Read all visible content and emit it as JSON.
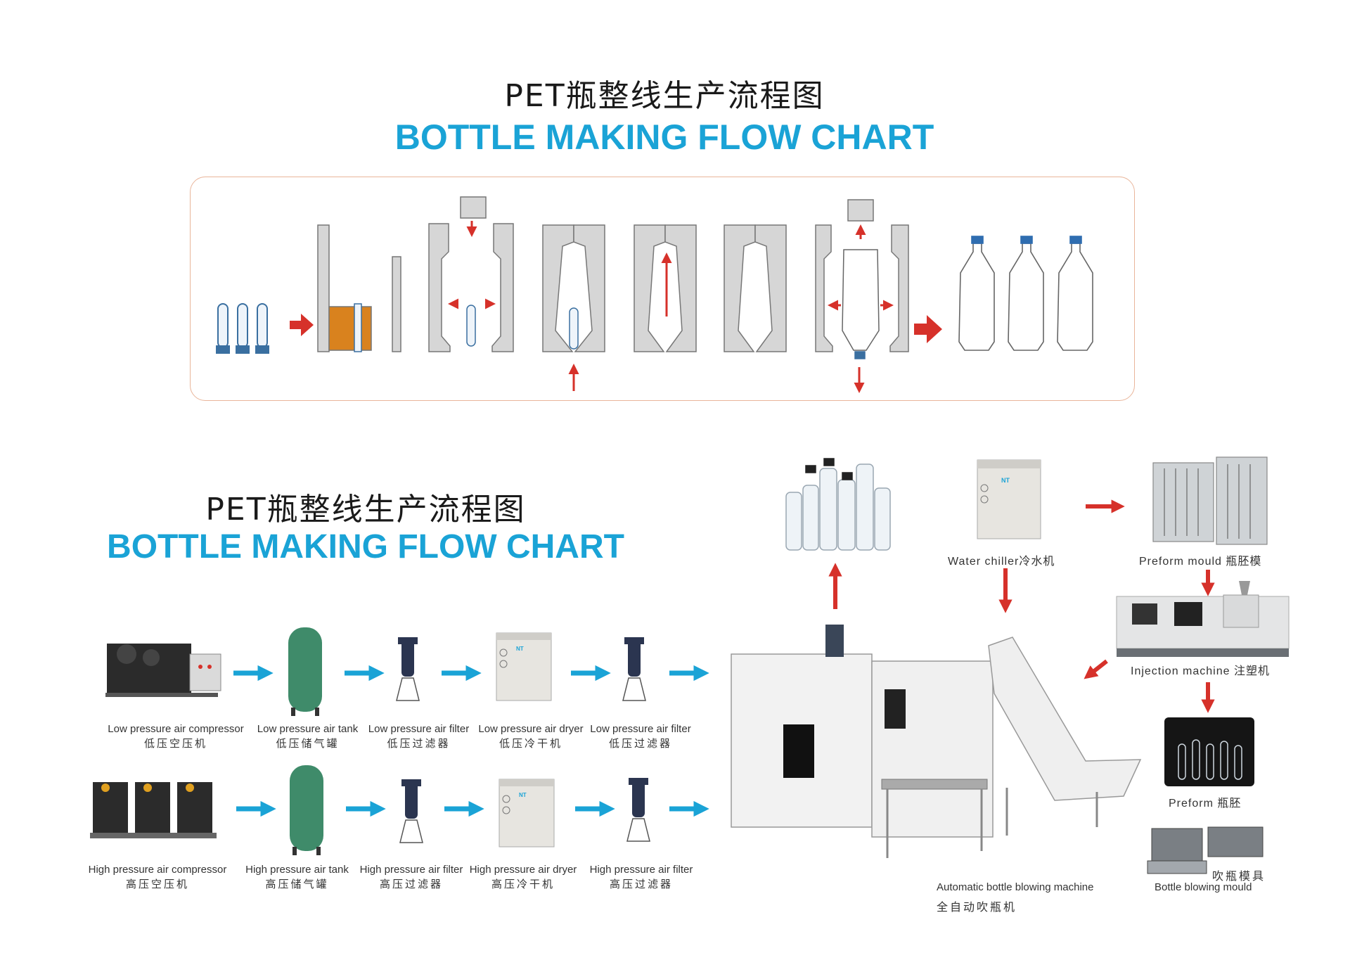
{
  "top_title": {
    "cn": "PET瓶整线生产流程图",
    "en": "BOTTLE MAKING FLOW CHART"
  },
  "mid_title": {
    "cn": "PET瓶整线生产流程图",
    "en": "BOTTLE MAKING FLOW CHART"
  },
  "low_pressure_line": [
    {
      "en": "Low pressure air compressor",
      "cn": "低压空压机"
    },
    {
      "en": "Low pressure air tank",
      "cn": "低压储气罐"
    },
    {
      "en": "Low pressure air filter",
      "cn": "低压过滤器"
    },
    {
      "en": "Low pressure air dryer",
      "cn": "低压冷干机"
    },
    {
      "en": "Low pressure air filter",
      "cn": "低压过滤器"
    }
  ],
  "high_pressure_line": [
    {
      "en": "High pressure air compressor",
      "cn": "高压空压机"
    },
    {
      "en": "High pressure air tank",
      "cn": "高压储气罐"
    },
    {
      "en": "High pressure air filter",
      "cn": "高压过滤器"
    },
    {
      "en": "High pressure air dryer",
      "cn": "高压冷干机"
    },
    {
      "en": "High pressure air filter",
      "cn": "高压过滤器"
    }
  ],
  "right_side": {
    "water_chiller": "Water chiller冷水机",
    "preform_mould": "Preform mould 瓶胚模",
    "injection_machine": "Injection machine 注塑机",
    "preform": "Preform 瓶胚",
    "blowing_mould_cn": "吹瓶模具",
    "blowing_mould_en": "Bottle blowing mould",
    "blowing_machine_en": "Automatic bottle blowing machine",
    "blowing_machine_cn": "全自动吹瓶机",
    "brand_badge": "NT"
  },
  "colors": {
    "accent_blue": "#1aa3d6",
    "arrow_red": "#d6312a",
    "panel_border": "#e9b59a",
    "mould_gray": "#d6d6d6",
    "tank_green": "#3f8b6a"
  }
}
